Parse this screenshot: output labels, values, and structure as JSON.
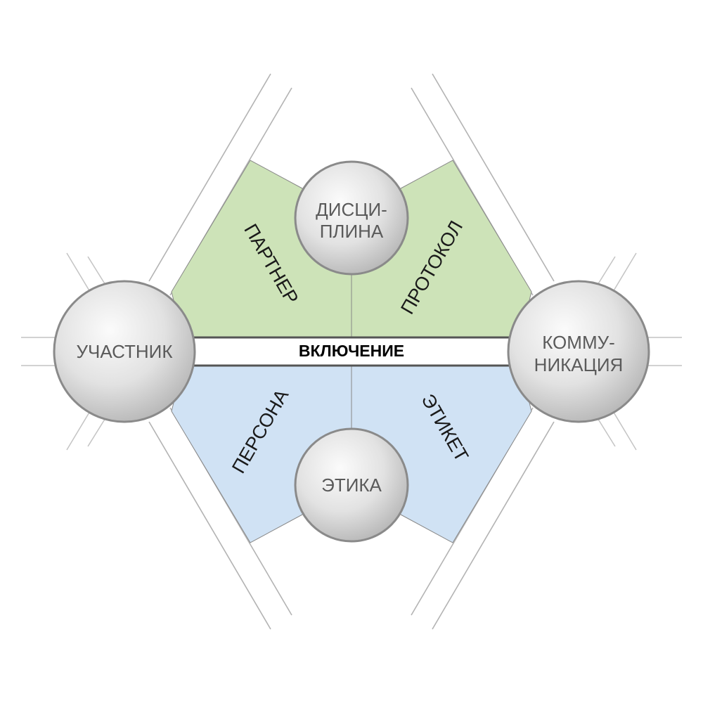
{
  "colors": {
    "upper_fill": "#cde3b8",
    "lower_fill": "#d0e2f4",
    "line": "#a8a8a8",
    "band_border": "#555555",
    "sphere_light": "#fbfbfb",
    "sphere_dark": "#b9b9b9"
  },
  "center": {
    "band": "ВКЛЮЧЕНИЕ"
  },
  "nodes": {
    "top": {
      "line1": "ДИСЦИ-",
      "line2": "ПЛИНА"
    },
    "bottom": {
      "label": "ЭТИКА"
    },
    "left": {
      "label": "УЧАСТНИК"
    },
    "right": {
      "line1": "КОММУ-",
      "line2": "НИКАЦИЯ"
    }
  },
  "segments": {
    "upper_left": "ПАРТНЕР",
    "upper_right": "ПРОТОКОЛ",
    "lower_left": "ПЕРСОНА",
    "lower_right": "ЭТИКЕТ"
  }
}
